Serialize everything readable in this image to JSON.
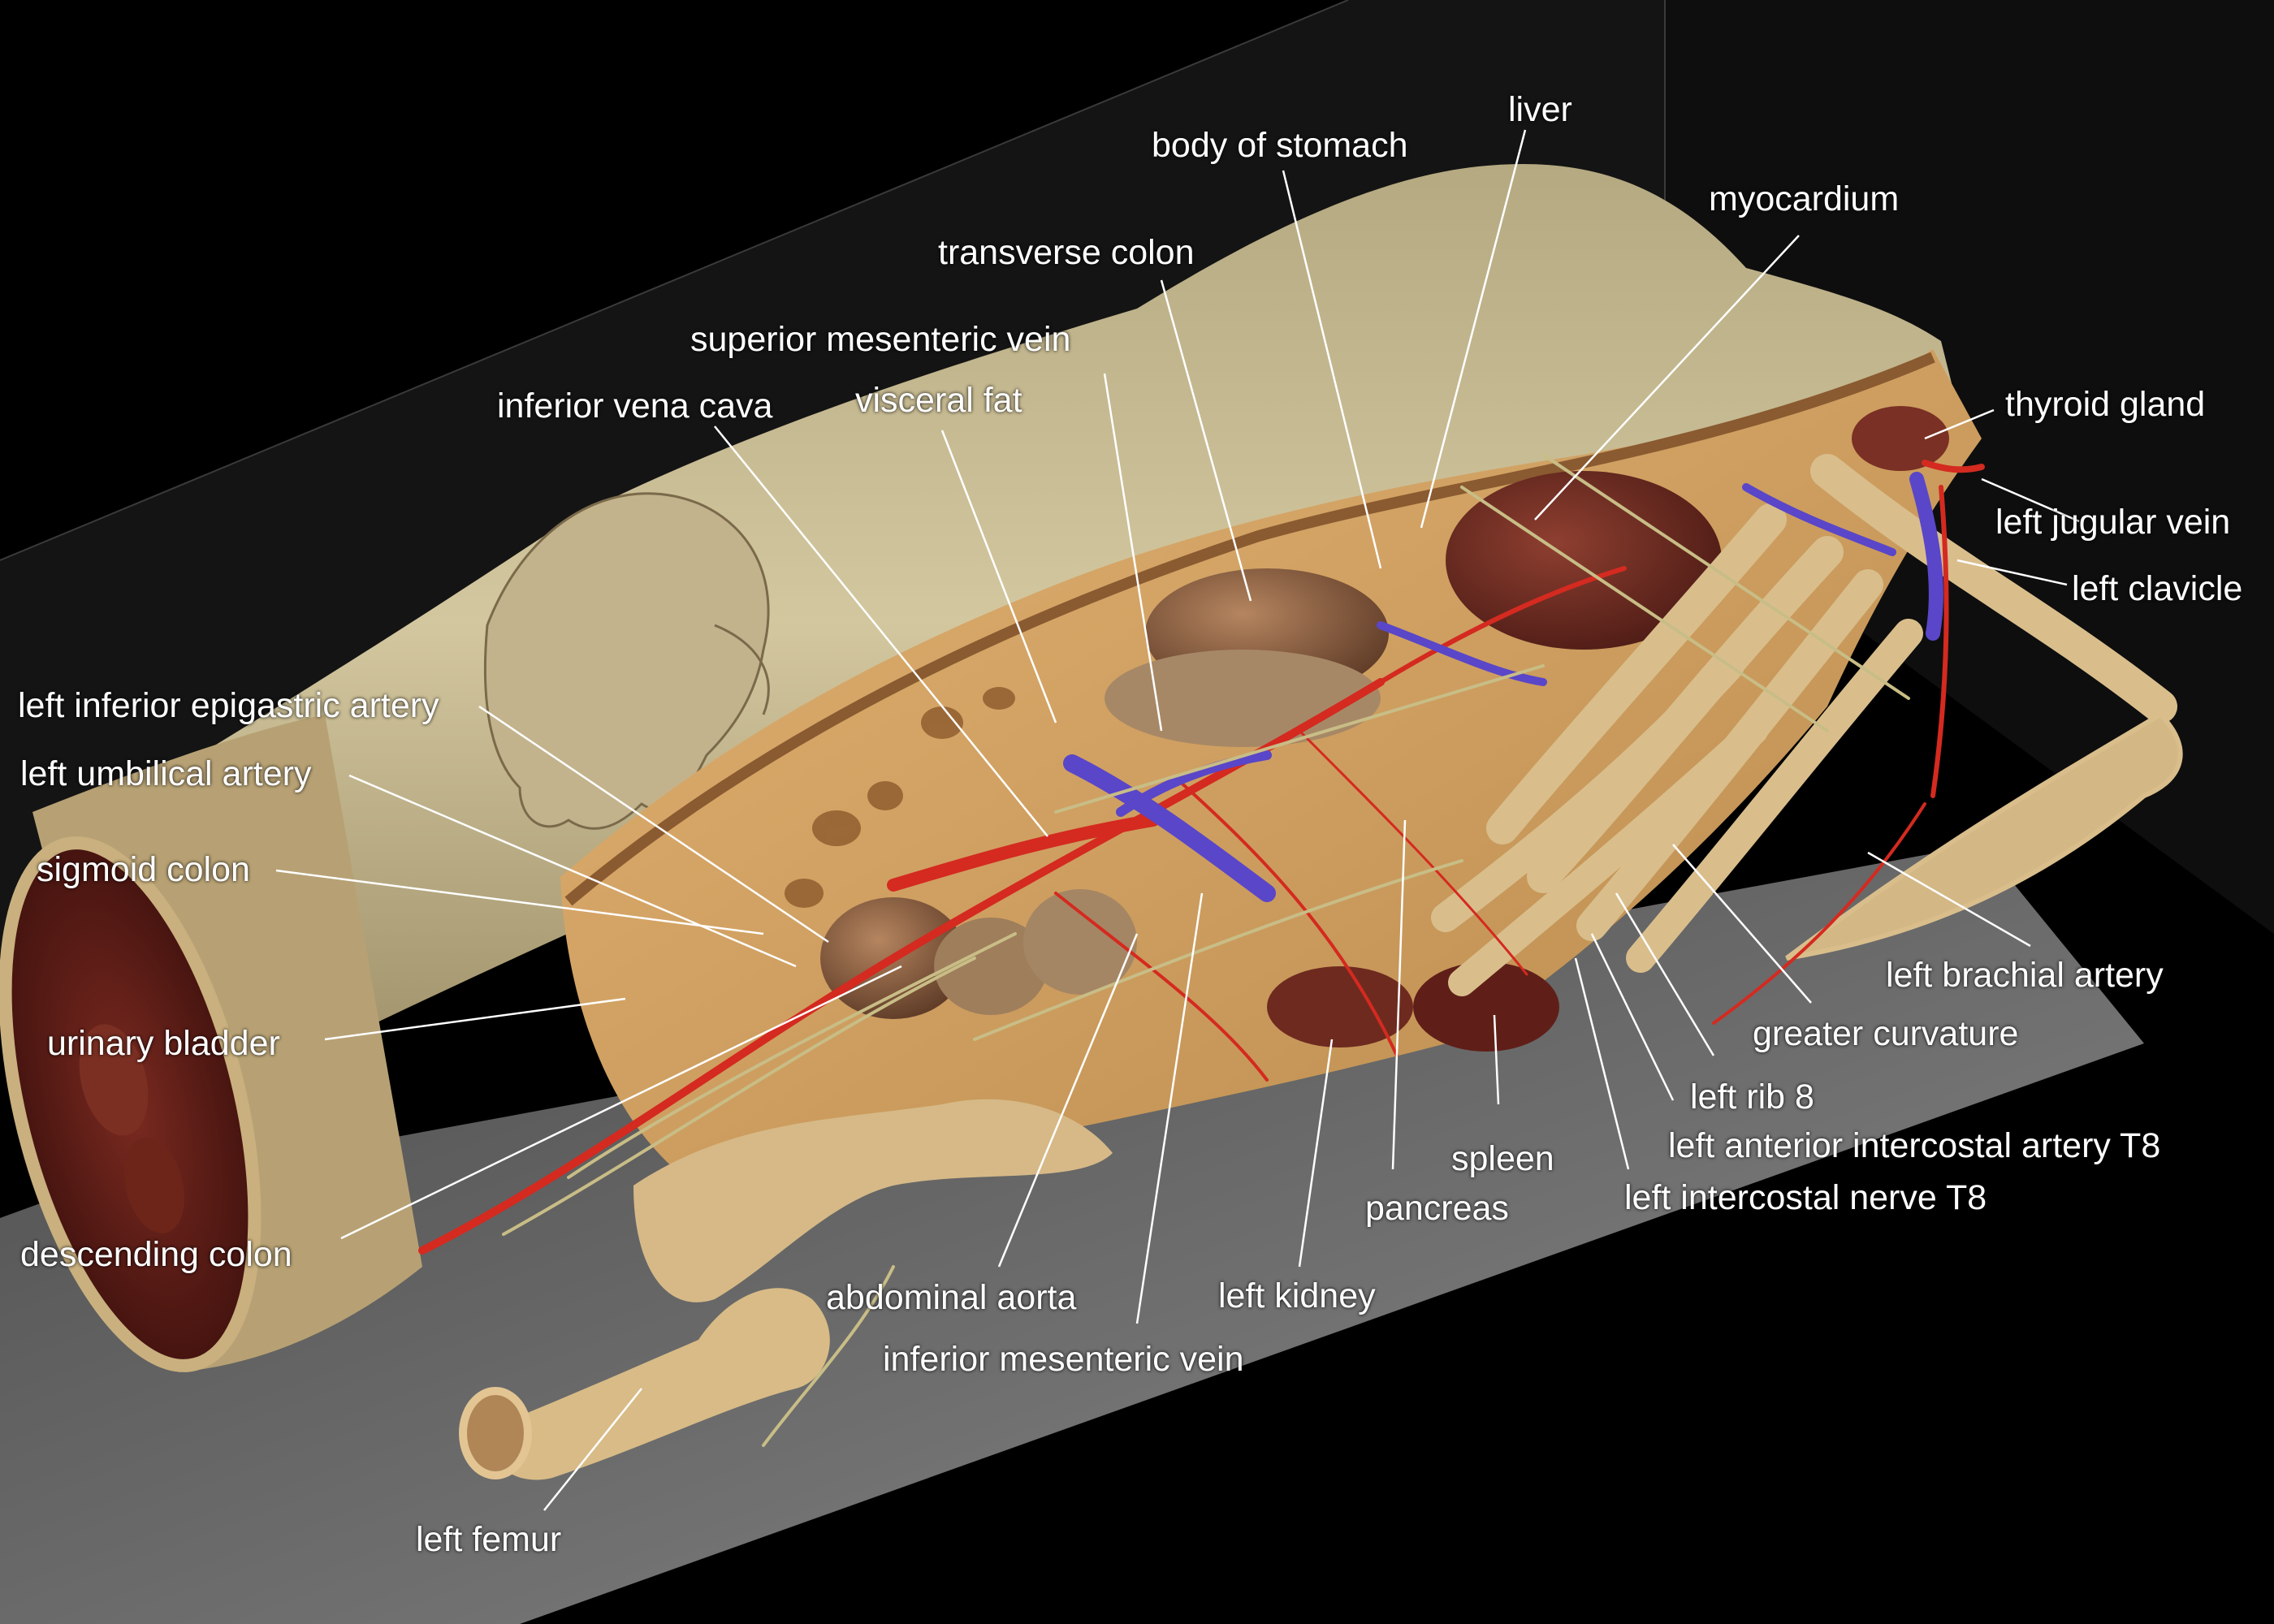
{
  "labels": {
    "liver": "liver",
    "body_of_stomach": "body of stomach",
    "myocardium": "myocardium",
    "transverse_colon": "transverse colon",
    "superior_mesenteric_vein": "superior mesenteric vein",
    "inferior_vena_cava": "inferior vena cava",
    "visceral_fat": "visceral fat",
    "thyroid_gland": "thyroid gland",
    "left_jugular_vein": "left jugular vein",
    "left_clavicle": "left clavicle",
    "left_inferior_epigastric_artery": "left inferior epigastric artery",
    "left_umbilical_artery": "left umbilical artery",
    "sigmoid_colon": "sigmoid colon",
    "urinary_bladder": "urinary bladder",
    "left_brachial_artery": "left brachial artery",
    "greater_curvature": "greater curvature",
    "left_rib_8": "left rib 8",
    "left_anterior_intercostal_artery_t8": "left anterior intercostal artery T8",
    "spleen": "spleen",
    "left_intercostal_nerve_t8": "left intercostal nerve T8",
    "pancreas": "pancreas",
    "descending_colon": "descending colon",
    "abdominal_aorta": "abdominal aorta",
    "left_kidney": "left kidney",
    "inferior_mesenteric_vein": "inferior mesenteric vein",
    "left_femur": "left femur"
  },
  "colors": {
    "background": "#000000",
    "skin": "#c9bc94",
    "fat": "#d9a867",
    "muscle": "#5a1c16",
    "bone": "#d8bc8a",
    "artery": "#d42a20",
    "vein": "#5a46c8",
    "nerve": "#c8bd86",
    "label": "#ffffff"
  }
}
